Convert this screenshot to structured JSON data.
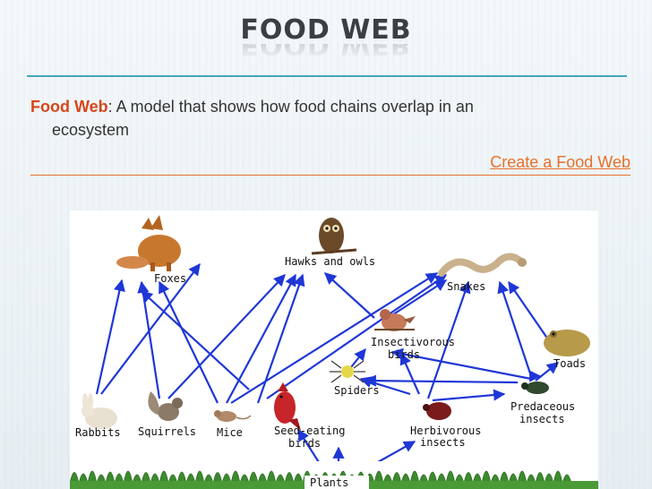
{
  "slide": {
    "title": "FOOD WEB",
    "definition_term": "Food Web",
    "definition_rest": ": A model that shows how food chains overlap in an",
    "definition_cont": "ecosystem",
    "link_text": "Create a Food Web"
  },
  "colors": {
    "accent": "#e8702a",
    "term": "#d8461c",
    "rule": "#44a6b8",
    "arrow": "#1f37d6"
  },
  "diagram": {
    "labels": {
      "foxes": "Foxes",
      "hawks": "Hawks and owls",
      "snakes": "Snakes",
      "insectivorous_1": "Insectivorous",
      "insectivorous_2": "birds",
      "toads": "Toads",
      "spiders": "Spiders",
      "predaceous_1": "Predaceous",
      "predaceous_2": "insects",
      "rabbits": "Rabbits",
      "squirrels": "Squirrels",
      "mice": "Mice",
      "seed_1": "Seed-eating",
      "seed_2": "birds",
      "herb_1": "Herbivorous",
      "herb_2": "insects",
      "plants": "Plants"
    },
    "icons": [
      "fox-icon",
      "owl-icon",
      "snake-icon",
      "bird-icon",
      "toad-icon",
      "spider-icon",
      "beetle-icon",
      "rabbit-icon",
      "squirrel-icon",
      "mouse-icon",
      "cardinal-icon",
      "bug-icon",
      "grass-icon"
    ]
  }
}
